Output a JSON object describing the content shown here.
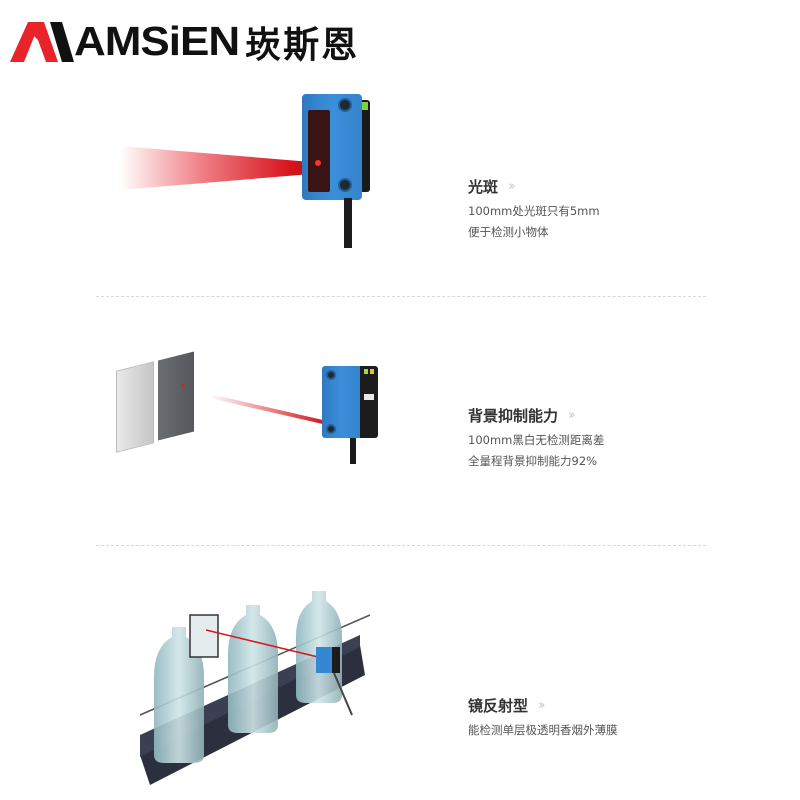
{
  "brand": {
    "logo_text": "AMSiEN",
    "logo_cn": "崁斯恩",
    "colors": {
      "accent_red": "#e8232a",
      "dark": "#111111"
    }
  },
  "features": [
    {
      "title": "光斑",
      "arrow_icon": "double-chevron-right",
      "lines": [
        "100mm处光斑只有5mm",
        "便于检测小物体"
      ]
    },
    {
      "title": "背景抑制能力",
      "arrow_icon": "double-chevron-right",
      "lines": [
        "100mm黑白无检测距离差",
        "全量程背景抑制能力92%"
      ]
    },
    {
      "title": "镜反射型",
      "arrow_icon": "double-chevron-right",
      "lines": [
        "能检测单层极透明香烟外薄膜"
      ]
    }
  ],
  "arrow_glyph": "››",
  "colors": {
    "sensor_blue": "#3587d4",
    "laser_red": "#e21b24",
    "text_title": "#333333",
    "text_body": "#555555",
    "divider": "#d8d8d8"
  }
}
